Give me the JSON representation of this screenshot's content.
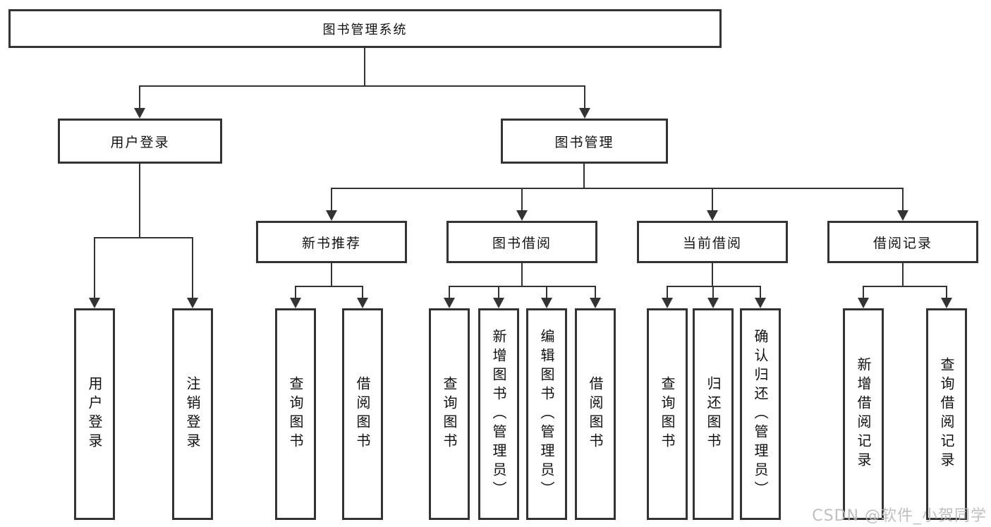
{
  "diagram": {
    "root": {
      "label": "图书管理系统"
    },
    "branches": [
      {
        "label": "用户登录",
        "children": [
          {
            "label": "用户登录"
          },
          {
            "label": "注销登录"
          }
        ]
      },
      {
        "label": "图书管理",
        "children": [
          {
            "label": "新书推荐",
            "children": [
              {
                "label": "查询图书"
              },
              {
                "label": "借阅图书"
              }
            ]
          },
          {
            "label": "图书借阅",
            "children": [
              {
                "label": "查询图书"
              },
              {
                "label": "新增图书（管理员）"
              },
              {
                "label": "编辑图书（管理员）"
              },
              {
                "label": "借阅图书"
              }
            ]
          },
          {
            "label": "当前借阅",
            "children": [
              {
                "label": "查询图书"
              },
              {
                "label": "归还图书"
              },
              {
                "label": "确认归还（管理员）"
              }
            ]
          },
          {
            "label": "借阅记录",
            "children": [
              {
                "label": "新增借阅记录"
              },
              {
                "label": "查询借阅记录"
              }
            ]
          }
        ]
      }
    ]
  },
  "watermark": {
    "text": "CSDN @软件_小贺同学",
    "color": "#b9b9b9"
  },
  "colors": {
    "line": "#333333",
    "box_border": "#333333",
    "text": "#111111",
    "background": "#ffffff"
  }
}
